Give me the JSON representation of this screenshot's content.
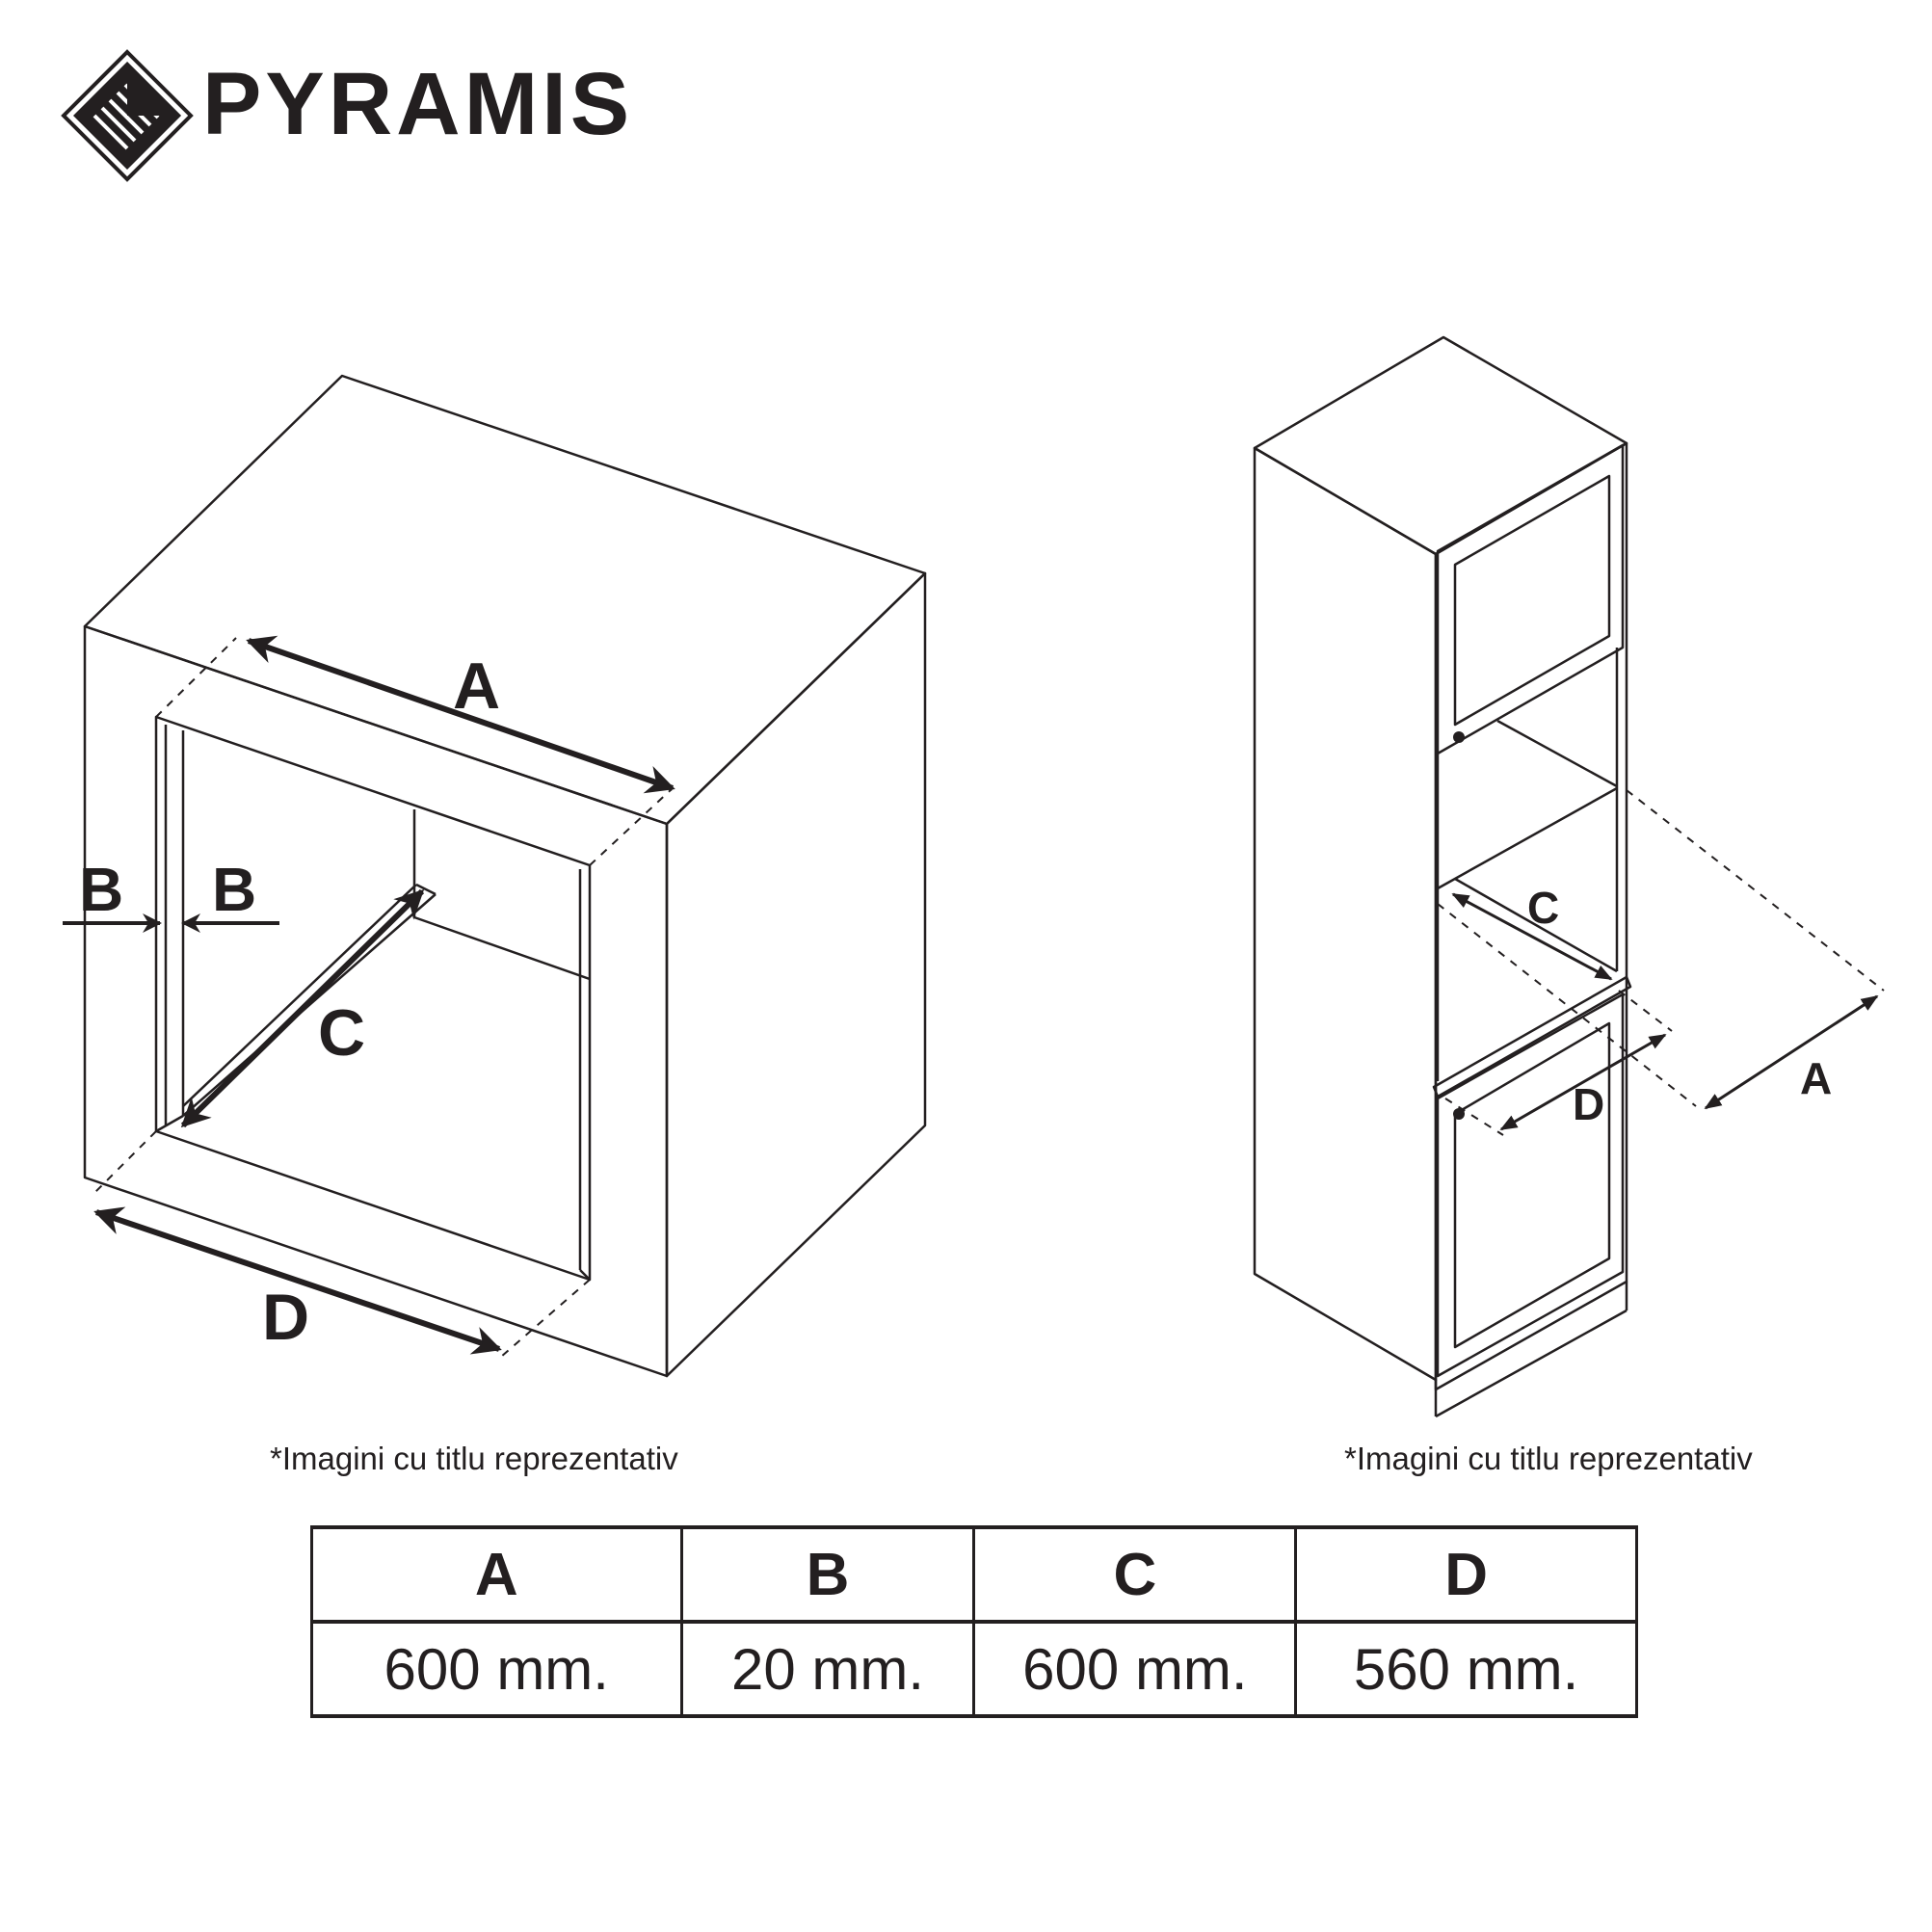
{
  "brand": {
    "name": "PYRAMIS",
    "logo_icon": "pyramis-diamond-logo-icon"
  },
  "diagram": {
    "left_labels": {
      "a": "A",
      "b_left": "B",
      "b_right": "B",
      "c": "C",
      "d": "D"
    },
    "right_labels": {
      "a": "A",
      "c": "C",
      "d": "D"
    },
    "note_left": "*Imagini cu titlu reprezentativ",
    "note_right": "*Imagini cu titlu reprezentativ"
  },
  "table": {
    "headers": [
      "A",
      "B",
      "C",
      "D"
    ],
    "values": [
      "600 mm.",
      "20 mm.",
      "600 mm.",
      "560 mm."
    ]
  },
  "colors": {
    "ink": "#231f20",
    "background": "#ffffff"
  }
}
